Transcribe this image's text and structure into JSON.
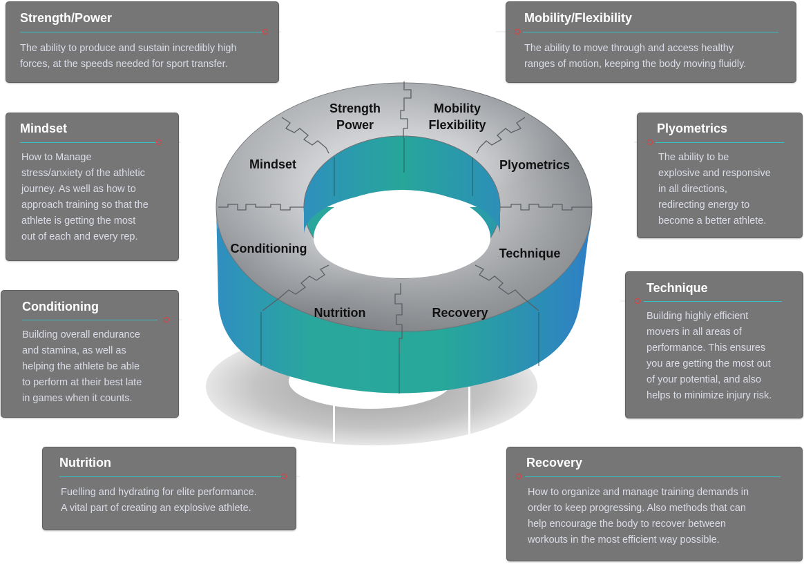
{
  "ring": {
    "segments": {
      "strength_line1": "Strength",
      "strength_line2": "Power",
      "mobility_line1": "Mobility",
      "mobility_line2": "Flexibility",
      "mindset": "Mindset",
      "plyometrics": "Plyometrics",
      "conditioning": "Conditioning",
      "technique": "Technique",
      "nutrition": "Nutrition",
      "recovery": "Recovery"
    }
  },
  "cards": {
    "strength": {
      "title": "Strength/Power",
      "lines": [
        "The ability to produce and sustain incredibly high",
        "forces, at the speeds needed for sport transfer."
      ]
    },
    "mobility": {
      "title": "Mobility/Flexibility",
      "lines": [
        "The ability to move through and access healthy",
        "ranges of motion, keeping the body moving fluidly."
      ]
    },
    "mindset": {
      "title": "Mindset",
      "lines": [
        "How to Manage",
        "stress/anxiety of the athletic",
        "journey. As well as how to",
        "approach training so that the",
        "athlete is getting the most",
        "out of each and every rep."
      ]
    },
    "plyometrics": {
      "title": "Plyometrics",
      "lines": [
        "The ability to be",
        "explosive and responsive",
        "in all directions,",
        "redirecting energy to",
        "become a better athlete."
      ]
    },
    "conditioning": {
      "title": "Conditioning",
      "lines": [
        "Building overall endurance",
        "and stamina, as well as",
        "helping the athlete be able",
        "to perform at their best late",
        "in games when it counts."
      ]
    },
    "technique": {
      "title": "Technique",
      "lines": [
        "Building highly efficient",
        "movers in all areas of",
        "performance. This ensures",
        "you are getting the most out",
        "of your potential, and also",
        "helps to minimize injury risk."
      ]
    },
    "nutrition": {
      "title": "Nutrition",
      "lines": [
        "Fuelling and hydrating for elite performance.",
        "A vital part of creating an explosive athlete."
      ]
    },
    "recovery": {
      "title": "Recovery",
      "lines": [
        "How to organize and manage training demands in",
        "order to keep progressing. Also methods that can",
        "help encourage the body to recover between",
        "workouts in the most efficient way possible."
      ]
    }
  },
  "colors": {
    "card_bg": "#777677",
    "accent_teal": "#34c3c4",
    "marker_red": "#e53c40",
    "ring_side_teal": "#27a89a",
    "ring_side_blue": "#2f80c4",
    "ring_top_steel": "#b9bcbf"
  }
}
